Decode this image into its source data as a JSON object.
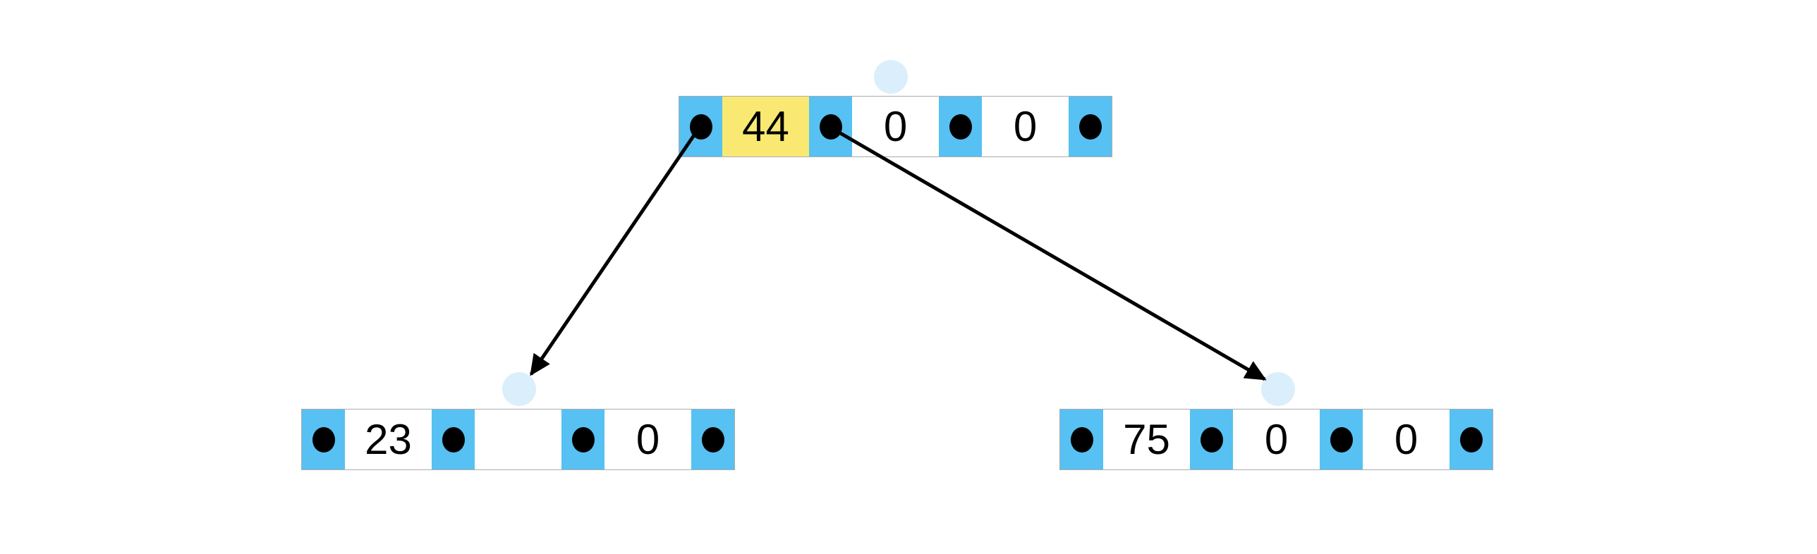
{
  "visualization": {
    "kind": "btree",
    "nodes": {
      "root": {
        "values": [
          "44",
          "0",
          "0"
        ],
        "highlight_index": 0,
        "pointer_count": 4,
        "ghost_marker": true
      },
      "left_child": {
        "values": [
          "23",
          "",
          "0"
        ],
        "highlight_index": null,
        "pointer_count": 4,
        "ghost_marker": true
      },
      "right_child": {
        "values": [
          "75",
          "0",
          "0"
        ],
        "highlight_index": null,
        "pointer_count": 4,
        "ghost_marker": true
      }
    },
    "edges": [
      {
        "from": "root",
        "pointer_index": 0,
        "to": "left_child"
      },
      {
        "from": "root",
        "pointer_index": 1,
        "to": "right_child"
      }
    ],
    "colors": {
      "pointer_cell": "#56c1f2",
      "value_cell": "#ffffff",
      "highlight_cell": "#f9e973",
      "node_border": "#ababab",
      "dot": "#000000",
      "arrow": "#000000",
      "ghost_marker": "#dbeefb",
      "text": "#000000",
      "background": "#ffffff"
    }
  }
}
